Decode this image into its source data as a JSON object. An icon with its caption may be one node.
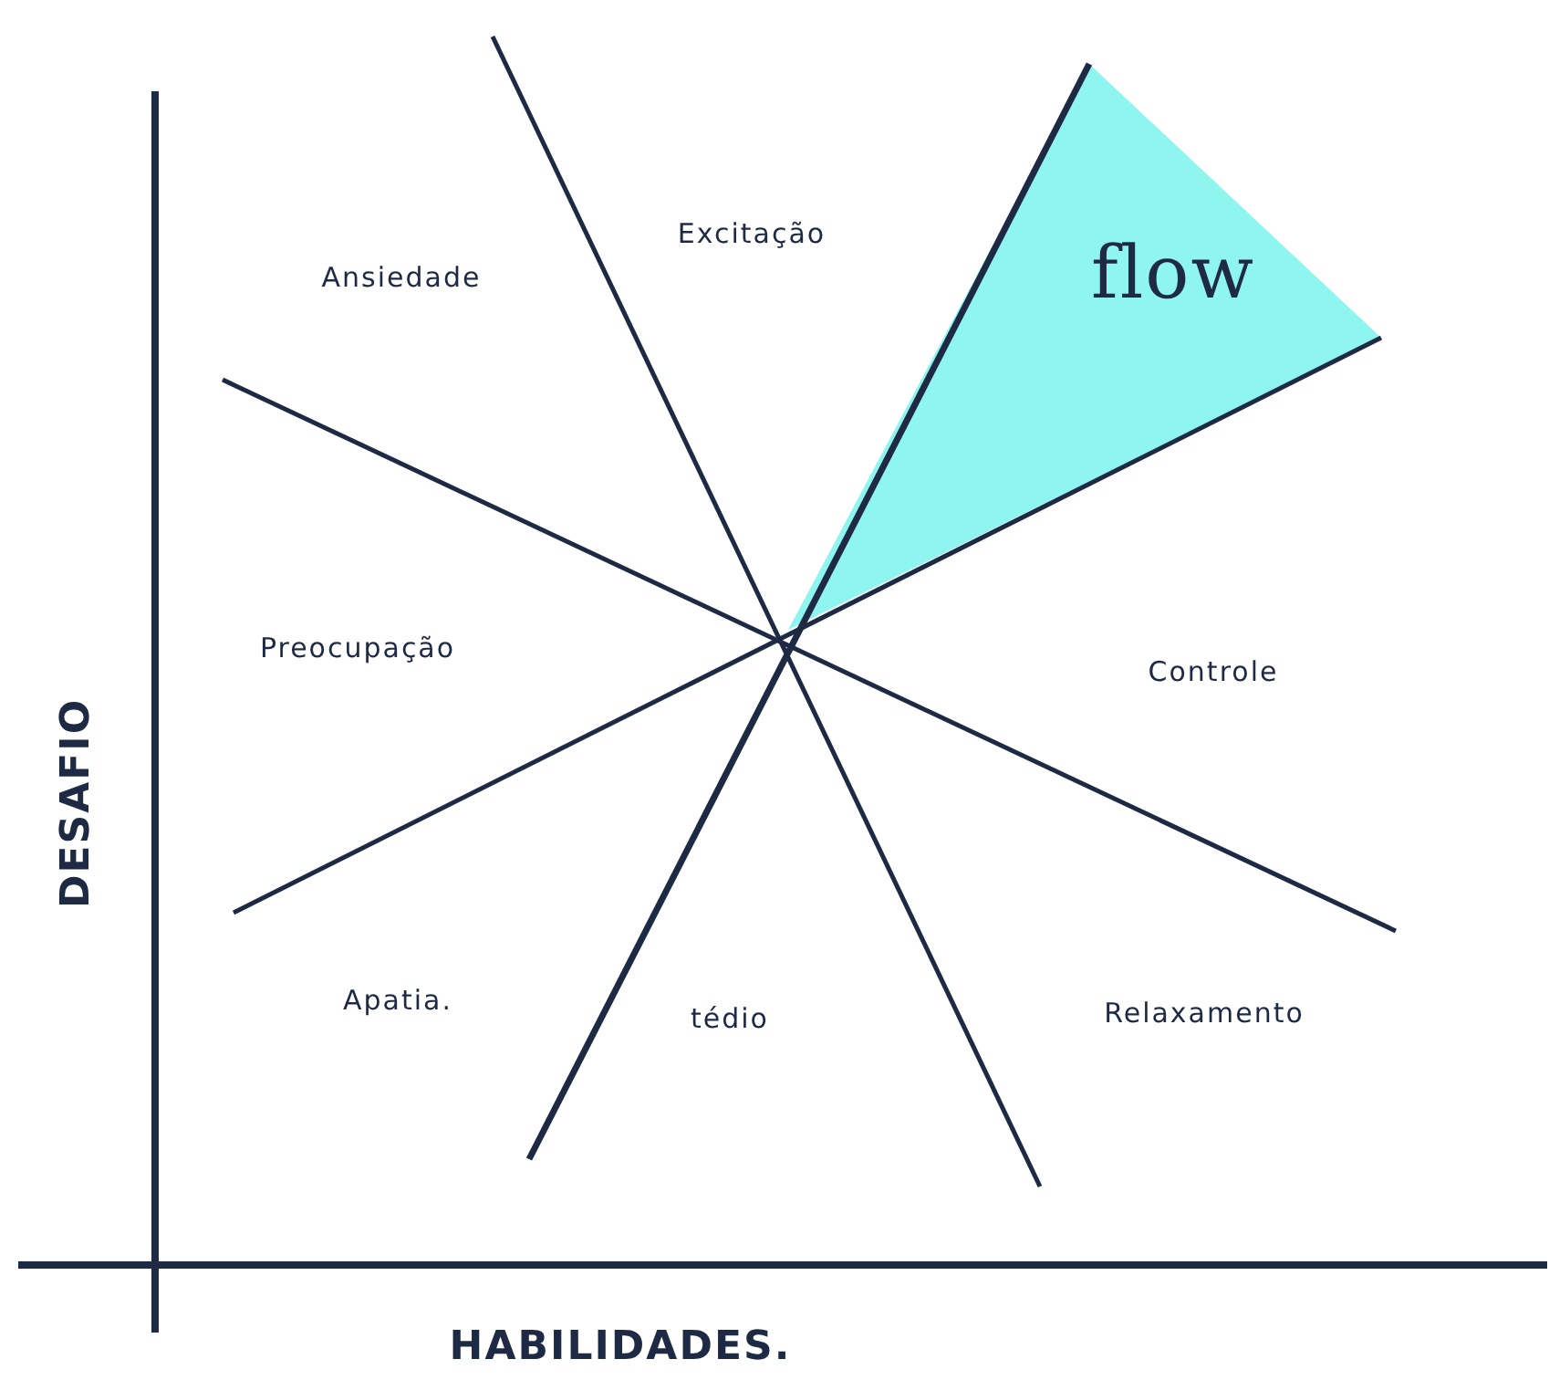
{
  "diagram": {
    "labels": [
      "Excitação",
      "flow",
      "Ansiedade",
      "Preocupação",
      "Controle",
      "DESAFIO",
      "Apatia.",
      "tédio",
      "Relaxamento",
      "HABILIDADES."
    ]
  }
}
